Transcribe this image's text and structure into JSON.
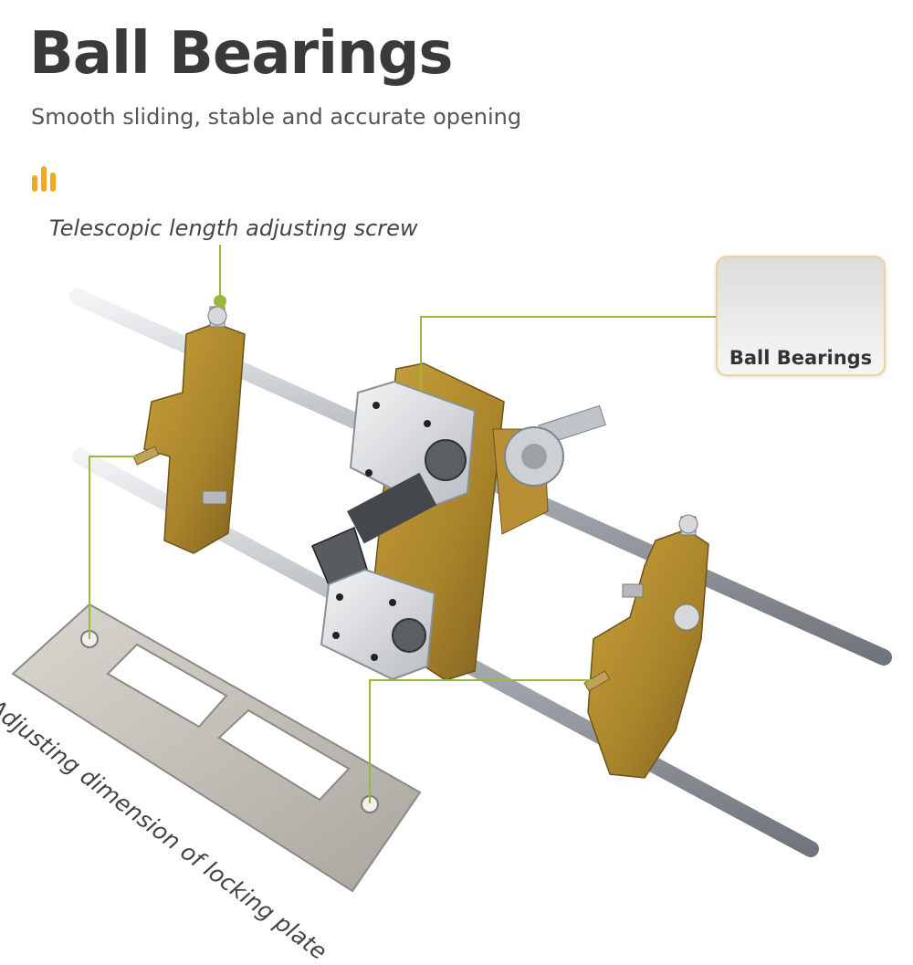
{
  "header": {
    "title": "Ball Bearings",
    "subtitle": "Smooth sliding, stable and accurate opening"
  },
  "callouts": {
    "screw": "Telescopic length adjusting screw",
    "plate": "Adjusting dimension of locking plate"
  },
  "inset": {
    "label": "Ball Bearings"
  },
  "colors": {
    "accent_orange": "#f4a720",
    "callout_line": "#9ab83a",
    "brass": "#b08a2a",
    "steel": "#c4c8cc",
    "plate": "#bdbab3"
  },
  "icons": {
    "header": "bar-chart-icon"
  }
}
